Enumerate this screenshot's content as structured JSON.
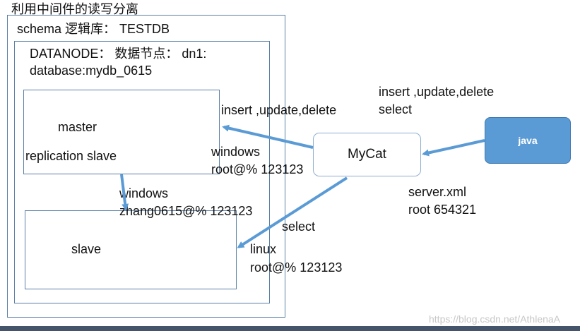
{
  "title": "利用中间件的读写分离",
  "schema_label": "schema 逻辑库： TESTDB",
  "datanode": {
    "line1": "DATANODE： 数据节点： dn1:",
    "line2": "database:mydb_0615"
  },
  "master": {
    "name": "master",
    "role": "replication slave"
  },
  "slave": {
    "name": "slave"
  },
  "mycat": {
    "name": "MyCat"
  },
  "java": {
    "name": "java"
  },
  "client_ops": {
    "line1": "insert ,update,delete",
    "line2": "select"
  },
  "master_ops": "insert ,update,delete",
  "master_conn": {
    "line1": "windows",
    "line2": "root@% 123123"
  },
  "replication_conn": {
    "line1": "windows",
    "line2": "zhang0615@% 123123"
  },
  "slave_select": "select",
  "slave_conn": {
    "line1": "linux",
    "line2": "root@% 123123"
  },
  "server_config": {
    "line1": "server.xml",
    "line2": "root 654321"
  },
  "watermark": "https://blog.csdn.net/AthlenaA",
  "colors": {
    "arrow": "#5b9bd5",
    "java_fill": "#5b9bd5",
    "box_border": "#5b7fa8",
    "bottom_bar": "#44546a"
  }
}
